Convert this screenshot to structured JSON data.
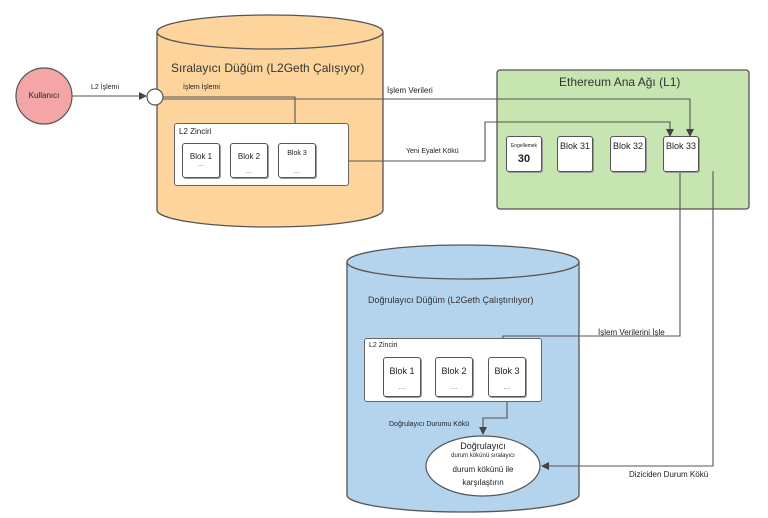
{
  "user": {
    "label": "Kullanıcı"
  },
  "sequencer": {
    "title": "Sıralayıcı Düğüm (L2Geth Çalışıyor)",
    "chain_label": "L2 Zinciri",
    "blocks": [
      {
        "label": "Blok 1",
        "dots": "..."
      },
      {
        "label": "Blok 2",
        "dots": "..."
      },
      {
        "label": "Blok 3",
        "dots": "..."
      }
    ]
  },
  "ethereum": {
    "title": "Ethereum Ana Ağı (L1)",
    "blocks": [
      {
        "label": "Engellemek",
        "number": "30"
      },
      {
        "label": "Blok 31"
      },
      {
        "label": "Blok 32"
      },
      {
        "label": "Blok 33"
      }
    ]
  },
  "verifier": {
    "title": "Doğrulayıcı Düğüm (L2Geth Çalıştırılıyor)",
    "chain_label": "L2 Zinciri",
    "blocks": [
      {
        "label": "Blok 1",
        "dots": "..."
      },
      {
        "label": "Blok 2",
        "dots": "..."
      },
      {
        "label": "Blok 3",
        "dots": "..."
      }
    ],
    "compare": {
      "line1": "Doğrulayıcı",
      "line2": "durum kökünü sıralayıcı",
      "line3": "durum kökünü ile",
      "line4": "karşılaştırın"
    }
  },
  "edges": {
    "l2_tx": "L2 İşlemi",
    "process_tx": "İşlem İşlemi",
    "tx_data": "İşlem Verileri",
    "new_state_root": "Yeni Eyalet Kökü",
    "process_tx_data": "İşlem Verilerini İşle",
    "verifier_state_root": "Doğrulayıcı Durumu Kökü",
    "sequencer_state_root": "Diziciden Durum Kökü"
  },
  "colors": {
    "sequencer_fill": "#fdd59c",
    "ethereum_fill": "#c6e5b0",
    "verifier_fill": "#b4d4ee",
    "user_fill": "#f4a6a6"
  }
}
